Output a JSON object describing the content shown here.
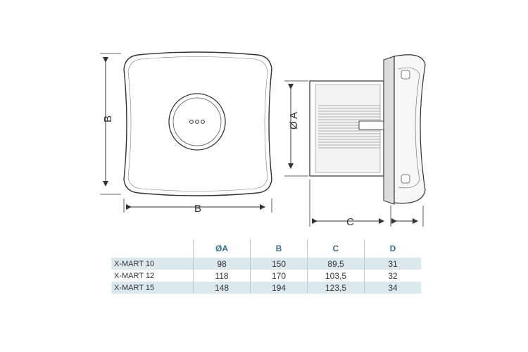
{
  "labels": {
    "b_vertical": "B",
    "b_horizontal": "B",
    "diameter_a": "Ø A",
    "c": "C"
  },
  "front_button_icon": "three-dots-icon",
  "table": {
    "headers": [
      "ØA",
      "B",
      "C",
      "D"
    ],
    "rows": [
      {
        "model": "X-MART 10",
        "values": [
          "98",
          "150",
          "89,5",
          "31"
        ]
      },
      {
        "model": "X-MART 12",
        "values": [
          "118",
          "170",
          "103,5",
          "32"
        ]
      },
      {
        "model": "X-MART 15",
        "values": [
          "148",
          "194",
          "123,5",
          "34"
        ]
      }
    ]
  },
  "colors": {
    "line": "#333333",
    "table_header": "#3a6f8f",
    "row_shade": "#dbe8ee"
  }
}
